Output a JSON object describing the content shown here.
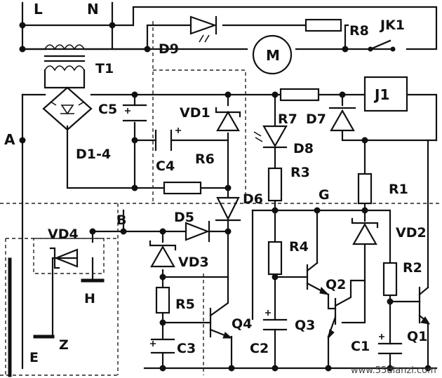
{
  "labels": {
    "L": "L",
    "N": "N",
    "T1": "T1",
    "D9": "D9",
    "R8": "R8",
    "JK1": "JK1",
    "M": "M",
    "C5": "C5",
    "VD1": "VD1",
    "R7": "R7",
    "D7": "D7",
    "J1": "J1",
    "D8": "D8",
    "A": "A",
    "D1_4": "D1-4",
    "C4": "C4",
    "R6": "R6",
    "R3": "R3",
    "G": "G",
    "R1": "R1",
    "D6": "D6",
    "B": "B",
    "D5": "D5",
    "VD4": "VD4",
    "VD2": "VD2",
    "R4": "R4",
    "VD3": "VD3",
    "Q2": "Q2",
    "H": "H",
    "R2": "R2",
    "R5": "R5",
    "Q4": "Q4",
    "Q3": "Q3",
    "Q1": "Q1",
    "Z": "Z",
    "C3": "C3",
    "C2": "C2",
    "C1": "C1",
    "E": "E"
  },
  "watermark": "www.55dianzi.com"
}
